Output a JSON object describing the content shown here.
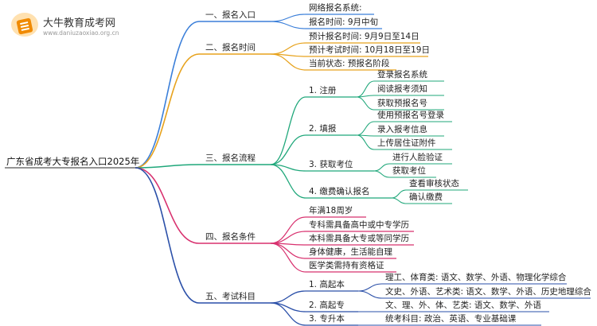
{
  "brand": {
    "title": "大牛教育成考网",
    "url": "www.daniuzaoxiao.org.cn",
    "accent": "#f08a00"
  },
  "root": "广东省成考大专报名入口2025年",
  "colors": {
    "b1": "#3b7fd9",
    "b2": "#e7a21c",
    "b3": "#1fa77a",
    "b4": "#d8306e",
    "b5": "#2a4fa8"
  },
  "branches": [
    {
      "key": "b1",
      "label": "一、报名入口",
      "children": [
        {
          "label": "网络报名系统:"
        },
        {
          "label": "报名时间: 9月中旬"
        }
      ]
    },
    {
      "key": "b2",
      "label": "二、报名时间",
      "children": [
        {
          "label": "预计报名时间: 9月9日至14日"
        },
        {
          "label": "预计考试时间: 10月18日至19日"
        },
        {
          "label": "当前状态: 预报名阶段"
        }
      ]
    },
    {
      "key": "b3",
      "label": "三、报名流程",
      "children": [
        {
          "label": "1. 注册",
          "children": [
            "登录报名系统",
            "阅读报考须知",
            "获取预报名号"
          ]
        },
        {
          "label": "2. 填报",
          "children": [
            "使用预报名号登录",
            "录入报考信息",
            "上传居住证附件"
          ]
        },
        {
          "label": "3. 获取考位",
          "children": [
            "进行人脸验证",
            "获取考位"
          ]
        },
        {
          "label": "4. 缴费确认报名",
          "children": [
            "查看审核状态",
            "确认缴费"
          ]
        }
      ]
    },
    {
      "key": "b4",
      "label": "四、报名条件",
      "children": [
        {
          "label": "年满18周岁"
        },
        {
          "label": "专科需具备高中或中专学历"
        },
        {
          "label": "本科需具备大专或等同学历"
        },
        {
          "label": "身体健康，生活能自理"
        },
        {
          "label": "医学类需持有资格证"
        }
      ]
    },
    {
      "key": "b5",
      "label": "五、考试科目",
      "children": [
        {
          "label": "1. 高起本",
          "children": [
            "理工、体育类: 语文、数学、外语、物理化学综合",
            "文史、外语、艺术类: 语文、数学、外语、历史地理综合"
          ]
        },
        {
          "label": "2. 高起专",
          "children": [
            "文、理、外、体、艺类: 语文、数学、外语"
          ]
        },
        {
          "label": "3. 专升本",
          "children": [
            "统考科目: 政治、英语、专业基础课"
          ]
        }
      ]
    }
  ]
}
